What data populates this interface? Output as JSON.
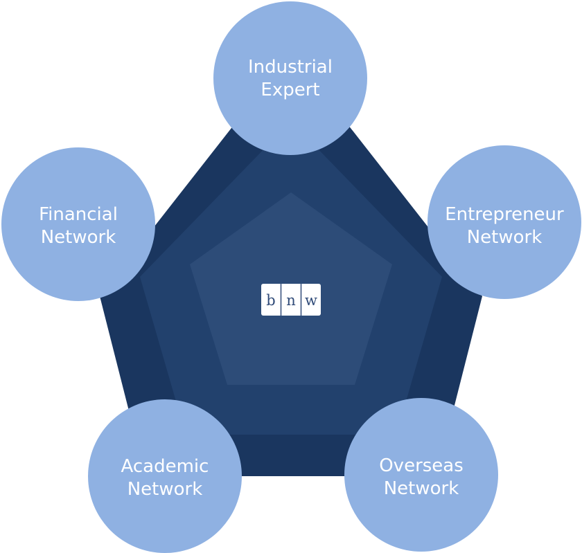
{
  "colors": {
    "pentagon_outer": "#1a365f",
    "pentagon_middle": "#22416d",
    "pentagon_inner": "#2d4c78",
    "circle_fill": "#8fb1e2",
    "label_text": "#ffffff",
    "logo_bg": "#ffffff",
    "logo_text": "#2f4a78"
  },
  "center_logo": {
    "letters": [
      "b",
      "n",
      "w"
    ]
  },
  "nodes": [
    {
      "line1": "Industrial",
      "line2": "Expert"
    },
    {
      "line1": "Entrepreneur",
      "line2": "Network"
    },
    {
      "line1": "Overseas",
      "line2": "Network"
    },
    {
      "line1": "Academic",
      "line2": "Network"
    },
    {
      "line1": "Financial",
      "line2": "Network"
    }
  ]
}
